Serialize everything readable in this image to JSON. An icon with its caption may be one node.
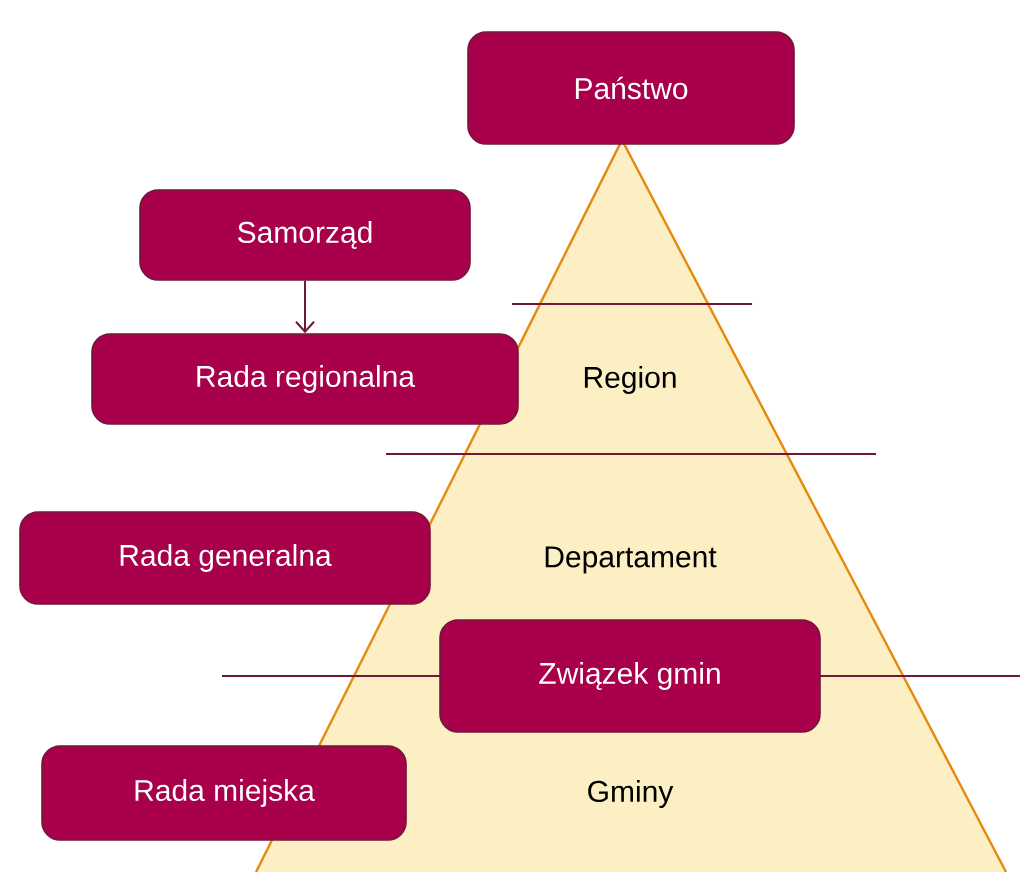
{
  "diagram": {
    "nodes": [
      {
        "text": [
          "Państwo"
        ]
      },
      {
        "text": [
          "Samorząd"
        ]
      },
      {
        "text": [
          "Rada regionalna"
        ]
      },
      {
        "text": [
          "Rada generalna"
        ]
      },
      {
        "text": [
          "Związek gmin"
        ]
      },
      {
        "text": [
          "Rada miejska"
        ]
      }
    ],
    "edges": [
      {
        "from": 1,
        "to": 2,
        "arrow": "to"
      }
    ],
    "labels": [
      "Region",
      "Departament",
      "Gminy"
    ]
  }
}
